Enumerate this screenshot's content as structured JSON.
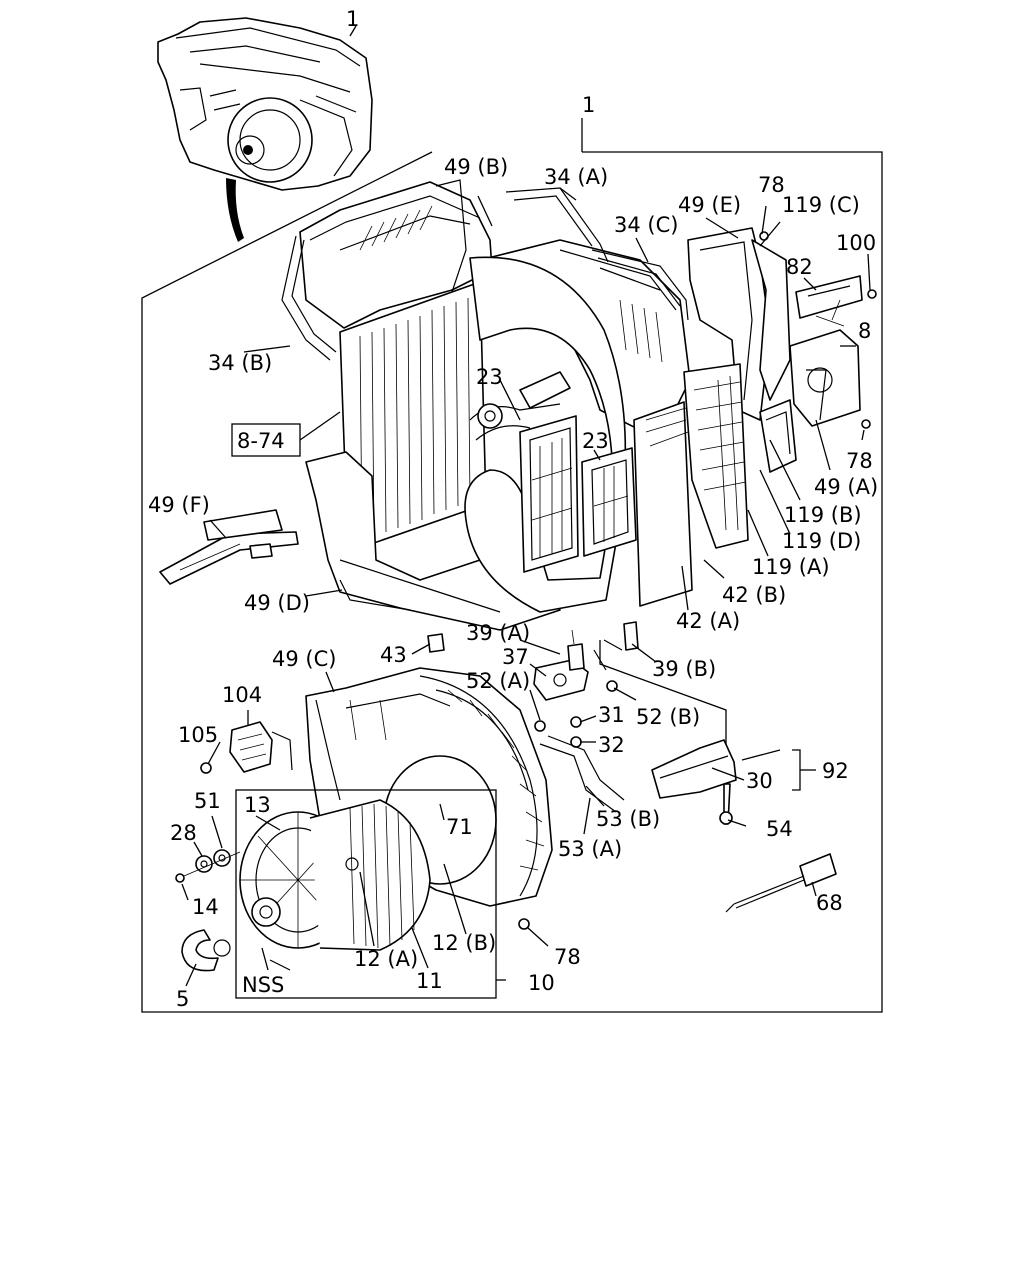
{
  "diagram": {
    "labels": [
      {
        "id": "c1_top",
        "text": "1"
      },
      {
        "id": "c1_frame",
        "text": "1"
      },
      {
        "id": "c49B",
        "text": "49 (B)"
      },
      {
        "id": "c34A",
        "text": "34 (A)"
      },
      {
        "id": "c34C",
        "text": "34 (C)"
      },
      {
        "id": "c49E",
        "text": "49 (E)"
      },
      {
        "id": "c78a",
        "text": "78"
      },
      {
        "id": "c119C",
        "text": "119 (C)"
      },
      {
        "id": "c100",
        "text": "100"
      },
      {
        "id": "c82",
        "text": "82"
      },
      {
        "id": "c8",
        "text": "8"
      },
      {
        "id": "c34B",
        "text": "34 (B)"
      },
      {
        "id": "c23a",
        "text": "23"
      },
      {
        "id": "c23b",
        "text": "23"
      },
      {
        "id": "c874",
        "text": "8-74"
      },
      {
        "id": "c78b",
        "text": "78"
      },
      {
        "id": "c49A",
        "text": "49 (A)"
      },
      {
        "id": "c119B",
        "text": "119 (B)"
      },
      {
        "id": "c119D",
        "text": "119 (D)"
      },
      {
        "id": "c119A",
        "text": "119 (A)"
      },
      {
        "id": "c49F",
        "text": "49 (F)"
      },
      {
        "id": "c42B",
        "text": "42 (B)"
      },
      {
        "id": "c49D",
        "text": "49 (D)"
      },
      {
        "id": "c42A",
        "text": "42 (A)"
      },
      {
        "id": "c39A",
        "text": "39 (A)"
      },
      {
        "id": "c43",
        "text": "43"
      },
      {
        "id": "c49C",
        "text": "49 (C)"
      },
      {
        "id": "c37",
        "text": "37"
      },
      {
        "id": "c39B",
        "text": "39 (B)"
      },
      {
        "id": "c52A",
        "text": "52 (A)"
      },
      {
        "id": "c104",
        "text": "104"
      },
      {
        "id": "c31",
        "text": "31"
      },
      {
        "id": "c52B",
        "text": "52 (B)"
      },
      {
        "id": "c105",
        "text": "105"
      },
      {
        "id": "c32",
        "text": "32"
      },
      {
        "id": "c92",
        "text": "92"
      },
      {
        "id": "c30",
        "text": "30"
      },
      {
        "id": "c51",
        "text": "51"
      },
      {
        "id": "c13",
        "text": "13"
      },
      {
        "id": "c71",
        "text": "71"
      },
      {
        "id": "c53B",
        "text": "53 (B)"
      },
      {
        "id": "c28",
        "text": "28"
      },
      {
        "id": "c54",
        "text": "54"
      },
      {
        "id": "c53A",
        "text": "53 (A)"
      },
      {
        "id": "c14",
        "text": "14"
      },
      {
        "id": "c68",
        "text": "68"
      },
      {
        "id": "c12B",
        "text": "12 (B)"
      },
      {
        "id": "c12A",
        "text": "12 (A)"
      },
      {
        "id": "c78c",
        "text": "78"
      },
      {
        "id": "c11",
        "text": "11"
      },
      {
        "id": "cNSS",
        "text": "NSS"
      },
      {
        "id": "c10",
        "text": "10"
      },
      {
        "id": "c5",
        "text": "5"
      }
    ]
  }
}
